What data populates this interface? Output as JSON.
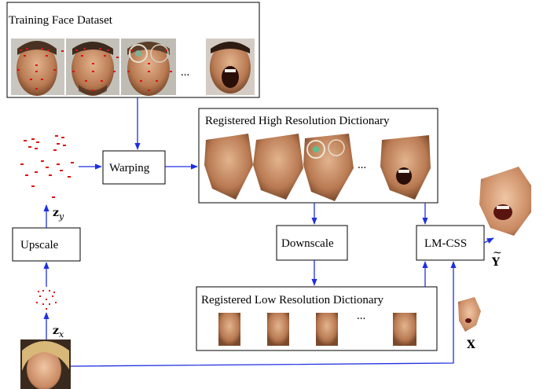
{
  "diagram": {
    "training_dataset_title": "Training Face Dataset",
    "high_res_dict_title": "Registered High Resolution Dictionary",
    "low_res_dict_title": "Registered Low Resolution Dictionary",
    "warping_label": "Warping",
    "upscale_label": "Upscale",
    "downscale_label": "Downscale",
    "lmcss_label": "LM-CSS",
    "ellipsis": "...",
    "zy_label": "z",
    "zy_sub": "y",
    "zx_label": "z",
    "zx_sub": "x",
    "x_label": "X",
    "y_label": "Y",
    "y_tilde": "~"
  },
  "colors": {
    "arrow": "#1f2fe0",
    "landmark": "#e01010",
    "skin": "#c98f6a",
    "skin_dark": "#8a5535"
  }
}
